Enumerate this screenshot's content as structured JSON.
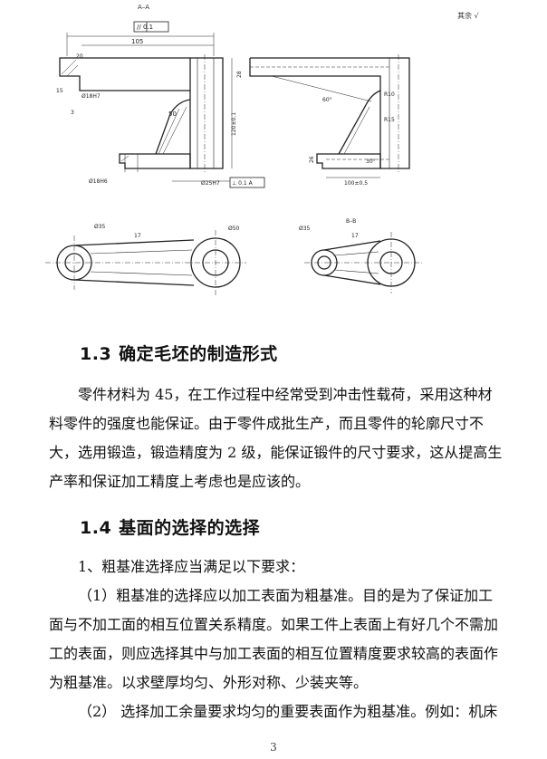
{
  "drawing": {
    "section_label": "A–A",
    "rough_symbol": "其余 √",
    "dims": {
      "parallel_tol": "// 0.1",
      "d105": "105",
      "d20": "20",
      "d50": "50",
      "d15": "15",
      "d3": "3",
      "d25h7": "Ø25H7",
      "d18h7": "Ø18H7",
      "d18h6": "Ø18H6",
      "perp_tol": "⊥ 0.1 A",
      "d28": "28",
      "d120": "120±0.1",
      "d60": "60°",
      "r10": "R10",
      "r15": "R15",
      "d100": "100±0.5",
      "d26": "26",
      "d30": "30°",
      "d35a": "Ø35",
      "d50b": "Ø50",
      "d17a": "17",
      "d35b": "Ø35",
      "d17b": "17",
      "bb": "B–B"
    }
  },
  "section_13": {
    "number": "1.3",
    "title": "确定毛坯的制造形式",
    "lines": [
      "零件材料为 45，在工作过程中经常受到冲击性载荷，采用这种材",
      "料零件的强度也能保证。由于零件成批生产，而且零件的轮廓尺寸不",
      "大，选用锻造，锻造精度为 2 级，能保证锻件的尺寸要求，这从提高生",
      "产率和保证加工精度上考虑也是应该的。"
    ]
  },
  "section_14": {
    "number": "1.4",
    "title": "基面的选择的选择",
    "item1": "1、粗基准选择应当满足以下要求：",
    "sub1_lines": [
      "（1）粗基准的选择应以加工表面为粗基准。目的是为了保证加工",
      "面与不加工面的相互位置关系精度。如果工件上表面上有好几个不需加",
      "工的表面，则应选择其中与加工表面的相互位置精度要求较高的表面作",
      "为粗基准。以求壁厚均匀、外形对称、少装夹等。"
    ],
    "sub2_line": "（2）  选择加工余量要求均匀的重要表面作为粗基准。例如：机床"
  },
  "page_number": "3"
}
